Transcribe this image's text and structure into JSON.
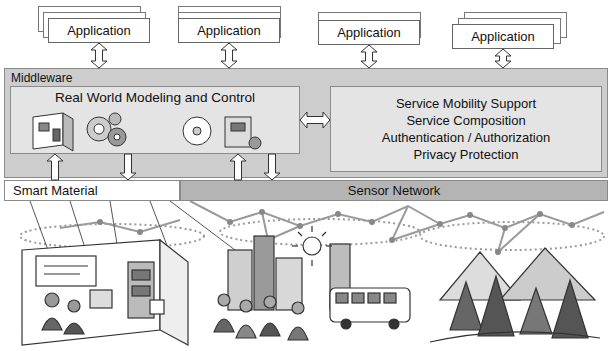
{
  "diagram": {
    "nodes": [
      {
        "text": [
          "Application"
        ]
      },
      {
        "text": [
          "Application"
        ]
      },
      {
        "text": [
          "Application"
        ]
      },
      {
        "text": [
          "Application"
        ]
      },
      {
        "text": [
          "Middleware"
        ]
      },
      {
        "text": [
          "Real World Modeling and Control"
        ],
        "in": 4
      },
      {
        "text": [
          "Service Mobility Support",
          "Service Composition",
          "Authentication / Authorization",
          "Privacy Protection"
        ],
        "in": 4
      },
      {
        "text": [
          "Smart Material"
        ]
      },
      {
        "text": [
          "Sensor Network"
        ]
      }
    ],
    "edges": [
      {
        "from": 0,
        "to": 4,
        "arrow": "both"
      },
      {
        "from": 1,
        "to": 4,
        "arrow": "both"
      },
      {
        "from": 2,
        "to": 4,
        "arrow": "both"
      },
      {
        "from": 3,
        "to": 4,
        "arrow": "both"
      },
      {
        "from": 5,
        "to": 6,
        "arrow": "both"
      },
      {
        "from": 7,
        "to": 5,
        "arrow": "to"
      },
      {
        "from": 5,
        "to": 7,
        "arrow": "to"
      },
      {
        "from": 8,
        "to": 5,
        "arrow": "to"
      },
      {
        "from": 5,
        "to": 8,
        "arrow": "to"
      }
    ]
  }
}
